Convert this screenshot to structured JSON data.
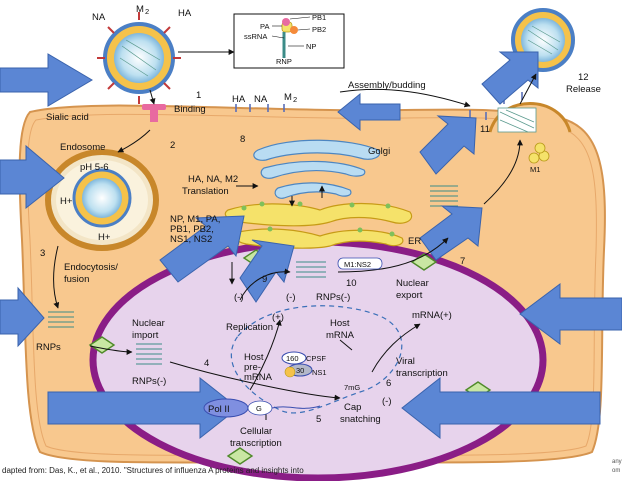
{
  "labels": {
    "na_top": "NA",
    "m2_top": "M",
    "m2_top_sub": "2",
    "ha_top": "HA",
    "sialic_acid": "Sialic acid",
    "binding": "Binding",
    "step1": "1",
    "ha_mid": "HA",
    "na_mid": "NA",
    "m2_mid": "M",
    "m2_mid_sub": "2",
    "assembly": "Assembly/budding",
    "step12": "12",
    "release": "Release",
    "endosome": "Endosome",
    "step2": "2",
    "step8": "8",
    "golgi": "Golgi",
    "step11": "11",
    "m1": "M1",
    "ph": "pH 5-6",
    "hplus1": "H+",
    "hplus2": "H+",
    "translation_proteins": "HA, NA, M2",
    "translation": "Translation",
    "er": "ER",
    "protein_list_1": "NP, M1, PA,",
    "protein_list_2": "PB1, PB2,",
    "protein_list_3": "NS1, NS2",
    "step3": "3",
    "endocytosis_1": "Endocytosis/",
    "endocytosis_2": "fusion",
    "step9": "9",
    "m1ns2": "M1:NS2",
    "step10": "10",
    "step7": "7",
    "nuclear_export_1": "Nuclear",
    "nuclear_export_2": "export",
    "rnps_minus_top": "RNPs(-)",
    "replication": "Replication",
    "minus_a": "(-)",
    "minus_b": "(-)",
    "plus_a": "(+)",
    "nuclear_import_1": "Nuclear",
    "nuclear_import_2": "import",
    "rnps": "RNPs",
    "step4": "4",
    "rnps_minus_bottom": "RNPs(-)",
    "host_mrna_1": "Host",
    "host_mrna_2": "mRNA",
    "mrna_plus": "mRNA(+)",
    "host_pre_1": "Host",
    "host_pre_2": "pre-",
    "host_pre_3": "mRNA",
    "cpsf_160": "160",
    "cpsf": "CPSF",
    "cpsf_30": "30",
    "ns1": "NS1",
    "viral_tx_1": "Viral",
    "viral_tx_2": "transcription",
    "step6": "6",
    "pol2": "Pol II",
    "g7m_a": "G",
    "g7m_b": "7mG",
    "step5": "5",
    "cap_1": "Cap",
    "cap_2": "snatching",
    "cell_tx_1": "Cellular",
    "cell_tx_2": "transcription",
    "minus_c": "(-)",
    "inset_pb1": "PB1",
    "inset_pa": "PA",
    "inset_pb2": "PB2",
    "inset_ssrna": "ssRNA",
    "inset_np": "NP",
    "inset_rnp": "RNP"
  },
  "caption": "dapted from: Das, K., et al., 2010. \"Structures of influenza A proteins and insights into",
  "edge_text_1": "any",
  "edge_text_2": "om",
  "colors": {
    "cell_fill": "#f8c88e",
    "nucleus_fill": "#e7d3ec",
    "nucleus_border": "#8a1d86",
    "blue_arrow": "#5b86d4",
    "virion_envelope": "#f5c24a",
    "virion_ring": "#4b7fc5"
  }
}
